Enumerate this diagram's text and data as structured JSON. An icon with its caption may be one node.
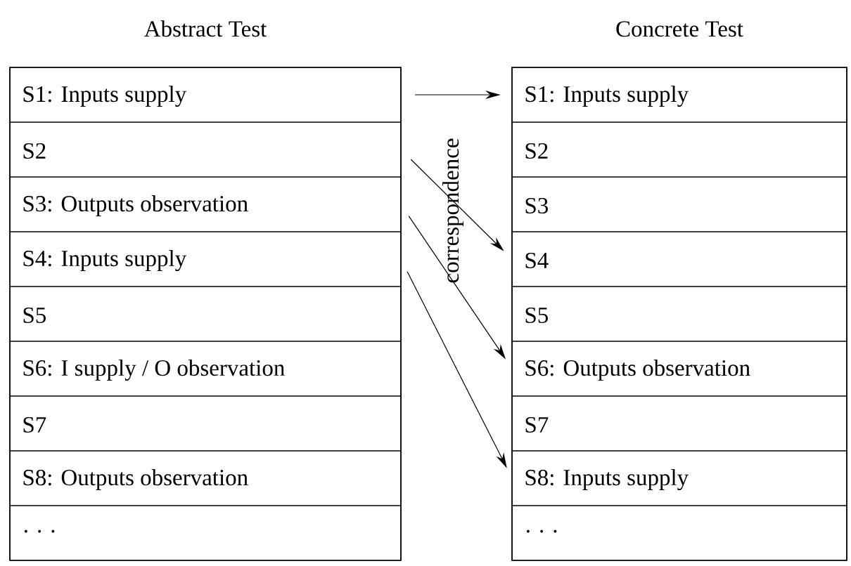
{
  "diagram": {
    "nodes": [
      {
        "text": [
          "Abstract Test"
        ]
      },
      {
        "text": [
          "S1: Inputs supply"
        ],
        "in": 0
      },
      {
        "text": [
          "S2"
        ],
        "in": 0
      },
      {
        "text": [
          "S3: Outputs observation"
        ],
        "in": 0
      },
      {
        "text": [
          "S4: Inputs supply"
        ],
        "in": 0
      },
      {
        "text": [
          "S5"
        ],
        "in": 0
      },
      {
        "text": [
          "S6: I supply / O observation"
        ],
        "in": 0
      },
      {
        "text": [
          "S7"
        ],
        "in": 0
      },
      {
        "text": [
          "S8: Outputs observation"
        ],
        "in": 0
      },
      {
        "text": [
          "· · ·"
        ],
        "in": 0
      },
      {
        "text": [
          "Concrete Test"
        ]
      },
      {
        "text": [
          "S1: Inputs supply"
        ],
        "in": 10
      },
      {
        "text": [
          "S2"
        ],
        "in": 10
      },
      {
        "text": [
          "S3"
        ],
        "in": 10
      },
      {
        "text": [
          "S4"
        ],
        "in": 10
      },
      {
        "text": [
          "S5"
        ],
        "in": 10
      },
      {
        "text": [
          "S6: Outputs observation"
        ],
        "in": 10
      },
      {
        "text": [
          "S7"
        ],
        "in": 10
      },
      {
        "text": [
          "S8: Inputs supply"
        ],
        "in": 10
      },
      {
        "text": [
          "· · ·"
        ],
        "in": 10
      }
    ],
    "edges": [
      {
        "from": 1,
        "to": 11,
        "arrow": "to"
      },
      {
        "from": 2,
        "to": 14,
        "arrow": "to"
      },
      {
        "from": 3,
        "to": 16,
        "arrow": "to"
      },
      {
        "from": 4,
        "to": 18,
        "arrow": "to"
      }
    ],
    "labels": [
      "correspondence"
    ]
  }
}
